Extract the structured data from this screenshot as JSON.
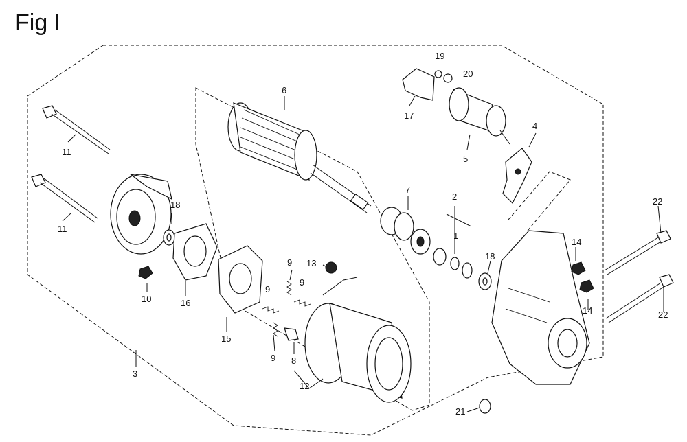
{
  "figure": {
    "title": "Fig I",
    "callouts": [
      {
        "id": "c19",
        "label": "19"
      },
      {
        "id": "c20",
        "label": "20"
      },
      {
        "id": "c6",
        "label": "6"
      },
      {
        "id": "c17",
        "label": "17"
      },
      {
        "id": "c4",
        "label": "4"
      },
      {
        "id": "c5",
        "label": "5"
      },
      {
        "id": "c11a",
        "label": "11"
      },
      {
        "id": "c7",
        "label": "7"
      },
      {
        "id": "c2",
        "label": "2"
      },
      {
        "id": "c22a",
        "label": "22"
      },
      {
        "id": "c11b",
        "label": "11"
      },
      {
        "id": "c18a",
        "label": "18"
      },
      {
        "id": "c1",
        "label": "1"
      },
      {
        "id": "c14a",
        "label": "14"
      },
      {
        "id": "c13",
        "label": "13"
      },
      {
        "id": "c9a",
        "label": "9"
      },
      {
        "id": "c18b",
        "label": "18"
      },
      {
        "id": "c9b",
        "label": "9"
      },
      {
        "id": "c9c",
        "label": "9"
      },
      {
        "id": "c10",
        "label": "10"
      },
      {
        "id": "c16",
        "label": "16"
      },
      {
        "id": "c14b",
        "label": "14"
      },
      {
        "id": "c22b",
        "label": "22"
      },
      {
        "id": "c15",
        "label": "15"
      },
      {
        "id": "c9d",
        "label": "9"
      },
      {
        "id": "c8",
        "label": "8"
      },
      {
        "id": "c3",
        "label": "3"
      },
      {
        "id": "c12",
        "label": "12"
      },
      {
        "id": "c21",
        "label": "21"
      }
    ]
  }
}
